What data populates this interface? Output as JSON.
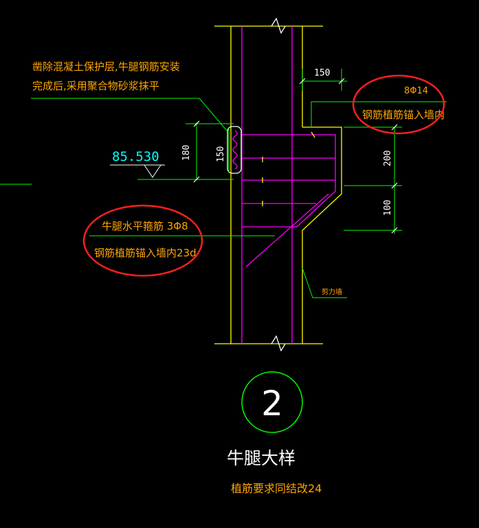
{
  "notes": {
    "removal_line1": "凿除混凝土保护层,牛腿钢筋安装",
    "removal_line2": "完成后,采用聚合物砂浆抹平"
  },
  "elevation": "85.530",
  "dimensions": {
    "top_width": "150",
    "left_height": "180",
    "inner_height": "150",
    "right_upper": "200",
    "right_lower": "100"
  },
  "rebar": {
    "top_spec": "8Φ14",
    "top_anchor": "钢筋植筋锚入墙内",
    "horiz_spec": "牛腿水平箍筋  3Φ8",
    "horiz_anchor": "钢筋植筋锚入墙内23d"
  },
  "wall_label": "剪力墙",
  "detail": {
    "number": "2",
    "title": "牛腿大样",
    "subtitle": "植筋要求同结改24"
  },
  "colors": {
    "background": "#000000",
    "wall": "#ffff00",
    "rebar": "#ff00ff",
    "dim": "#00ff00",
    "text": "#ffa500",
    "highlight": "#ff2020",
    "cyan": "#00ffff",
    "white": "#ffffff"
  }
}
